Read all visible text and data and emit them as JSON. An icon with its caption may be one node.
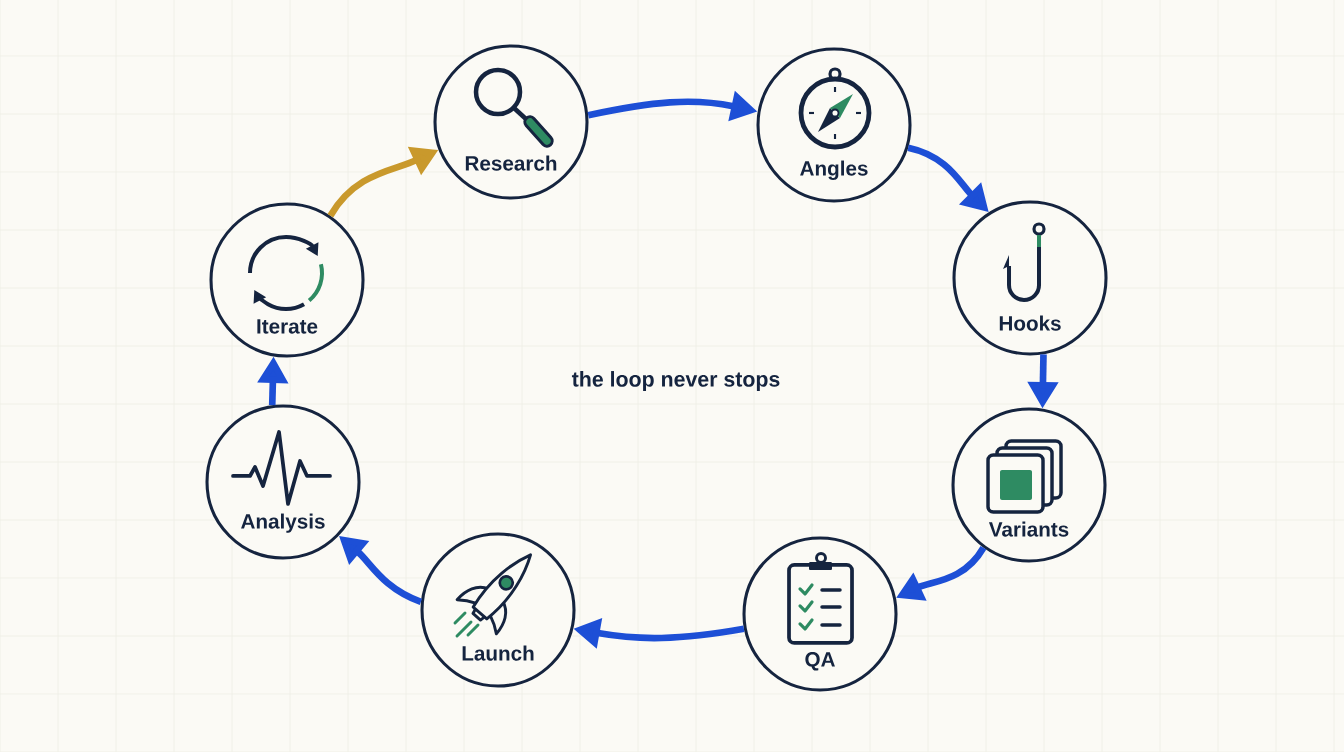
{
  "diagram": {
    "nodes": [
      {
        "text": [
          "Research"
        ]
      },
      {
        "text": [
          "Angles"
        ]
      },
      {
        "text": [
          "Hooks"
        ]
      },
      {
        "text": [
          "Variants"
        ]
      },
      {
        "text": [
          "QA"
        ]
      },
      {
        "text": [
          "Launch"
        ]
      },
      {
        "text": [
          "Analysis"
        ]
      },
      {
        "text": [
          "Iterate"
        ]
      }
    ],
    "edges": [
      {
        "from": 0,
        "to": 1,
        "arrow": "to"
      },
      {
        "from": 1,
        "to": 2,
        "arrow": "to"
      },
      {
        "from": 2,
        "to": 3,
        "arrow": "to"
      },
      {
        "from": 3,
        "to": 4,
        "arrow": "to"
      },
      {
        "from": 4,
        "to": 5,
        "arrow": "to"
      },
      {
        "from": 5,
        "to": 6,
        "arrow": "to"
      },
      {
        "from": 6,
        "to": 7,
        "arrow": "to"
      },
      {
        "from": 7,
        "to": 0,
        "arrow": "to",
        "color": "#c9992c"
      }
    ],
    "labels": [
      "the loop never stops"
    ]
  }
}
